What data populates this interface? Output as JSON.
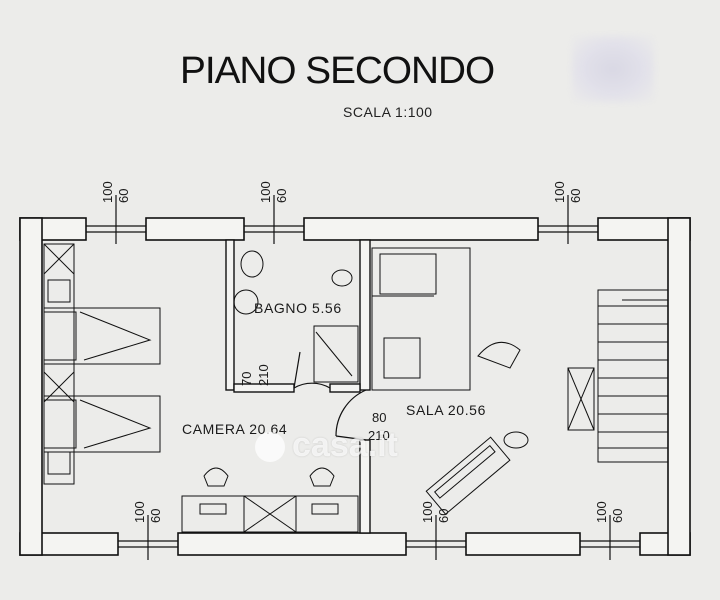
{
  "title": "PIANO SECONDO",
  "scale": "SCALA 1:100",
  "rooms": {
    "bagno": "BAGNO 5.56",
    "camera": "CAMERA 20.64",
    "sala": "SALA 20.56"
  },
  "doors": {
    "bagno_w": "70",
    "bagno_h": "210",
    "sala_w": "80",
    "sala_h": "210"
  },
  "windows": {
    "top_1_w": "100",
    "top_1_h": "60",
    "top_2_w": "100",
    "top_2_h": "60",
    "top_3_w": "100",
    "top_3_h": "60",
    "bottom_1_w": "100",
    "bottom_1_h": "60",
    "bottom_2_w": "100",
    "bottom_2_h": "60",
    "bottom_3_w": "100",
    "bottom_3_h": "60"
  },
  "watermark": "casa.it"
}
